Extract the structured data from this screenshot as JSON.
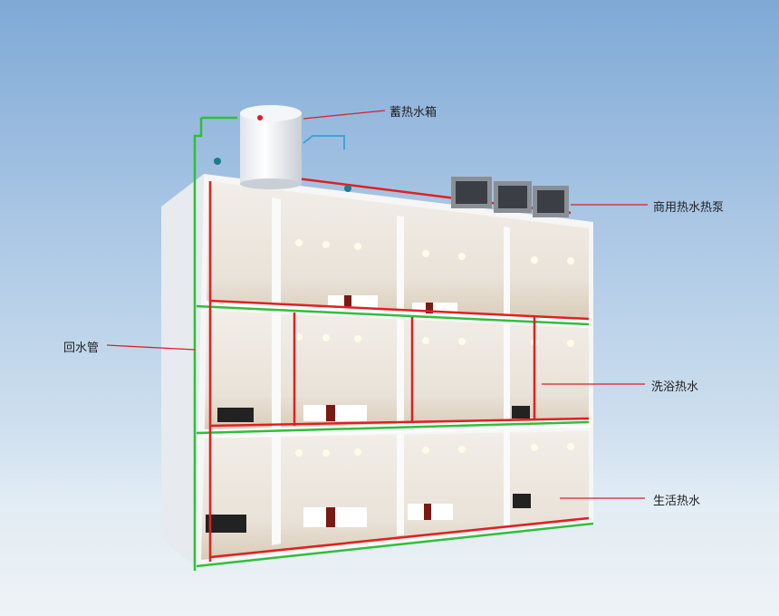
{
  "labels": {
    "tank": "蓄热水箱",
    "heat_pump": "商用热水热泵",
    "return_pipe": "回水管",
    "bath_hot_water": "洗浴热水",
    "domestic_hot_water": "生活热水"
  },
  "colors": {
    "hot_pipe": "#e02020",
    "return_pipe": "#2fbf3a",
    "leader_line": "#d8202a"
  }
}
